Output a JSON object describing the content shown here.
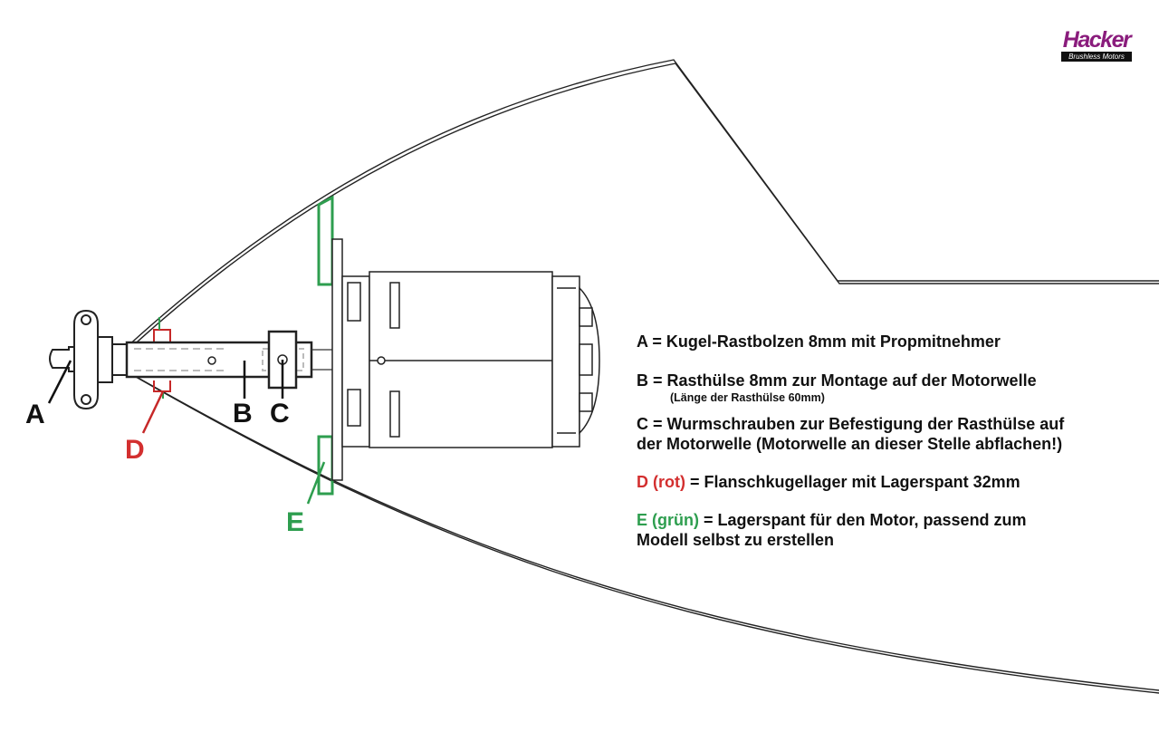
{
  "logo": {
    "name": "Hacker",
    "tagline": "Brushless Motors",
    "color": "#8a1c7c"
  },
  "labels": {
    "a": "A",
    "b": "B",
    "c": "C",
    "d": "D",
    "e": "E"
  },
  "legend": {
    "a_text": "A = Kugel-Rastbolzen 8mm mit Propmitnehmer",
    "b_text": "B = Rasthülse 8mm zur Montage auf der Motorwelle",
    "b_note": "(Länge der Rasthülse 60mm)",
    "c_line1": "C = Wurmschrauben zur Befestigung der Rasthülse auf",
    "c_line2": "der Motorwelle (Motorwelle an dieser Stelle abflachen!)",
    "d_key": "D (rot)",
    "d_text": " = Flanschkugellager mit Lagerspant 32mm",
    "e_key": "E (grün)",
    "e_line1": " = Lagerspant für den Motor, passend zum",
    "e_line2": "Modell selbst zu erstellen"
  },
  "colors": {
    "red": "#d32f2f",
    "green": "#2e9e4f",
    "ink": "#111111"
  }
}
